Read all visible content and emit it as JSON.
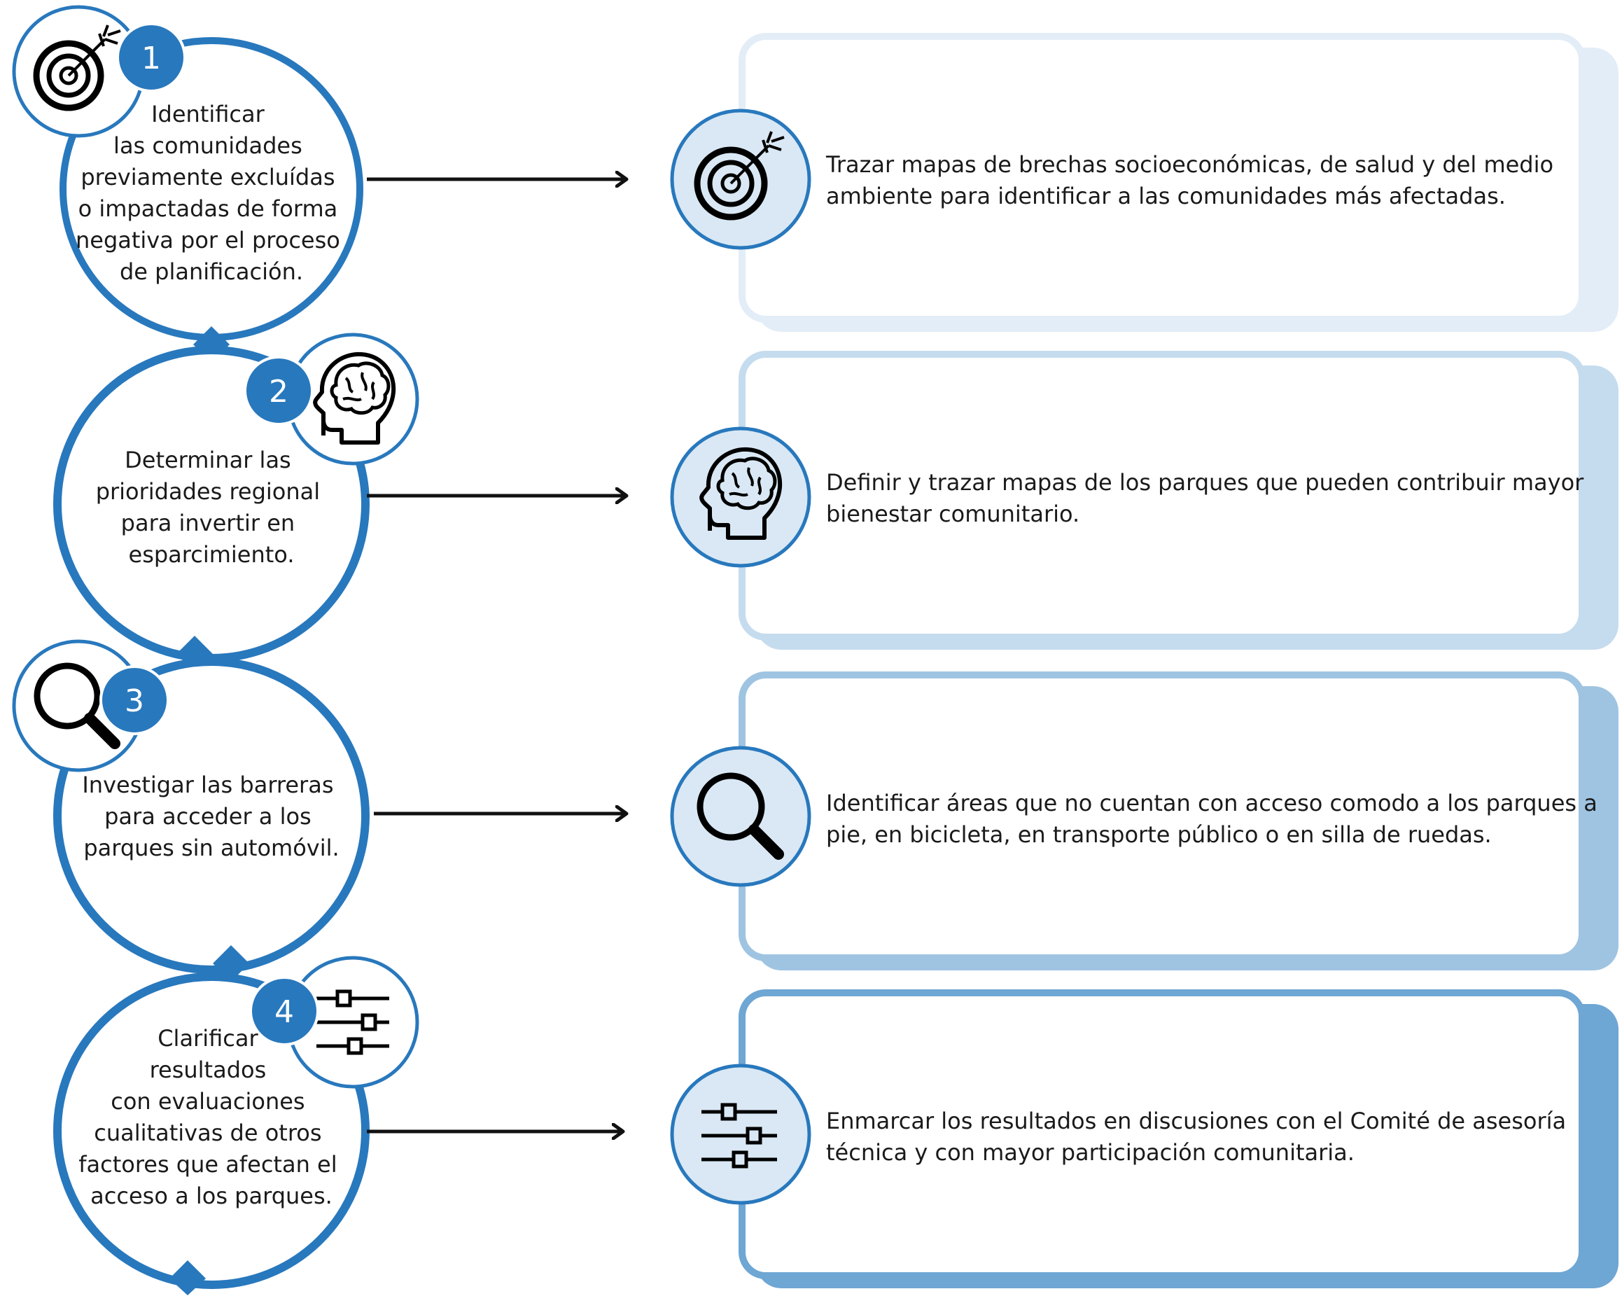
{
  "steps": [
    {
      "number": "1",
      "icon": "target-icon",
      "lines": [
        "Identificar",
        "las comunidades",
        "previamente excluídas",
        "o impactadas de forma",
        "negativa por el proceso",
        "de planificación."
      ],
      "card_lines": [
        "Trazar mapas de brechas socioeconómicas, de salud y del medio",
        "ambiente para identificar a las comunidades más afectadas."
      ]
    },
    {
      "number": "2",
      "icon": "brain-head-icon",
      "lines": [
        "Determinar las",
        "prioridades regional",
        "para invertir en",
        "esparcimiento."
      ],
      "card_lines": [
        "Definir y trazar mapas de los parques que pueden contribuir mayor",
        "bienestar comunitario."
      ]
    },
    {
      "number": "3",
      "icon": "magnifier-icon",
      "lines": [
        "Investigar las barreras",
        "para acceder a los",
        "parques sin automóvil."
      ],
      "card_lines": [
        "Identificar áreas que no cuentan con acceso comodo a los parques a",
        "pie, en bicicleta, en transporte público o en silla de ruedas."
      ]
    },
    {
      "number": "4",
      "icon": "sliders-icon",
      "lines": [
        "Clarificar",
        "resultados",
        "con evaluaciones",
        "cualitativas de otros",
        "factores que afectan el",
        "acceso a los parques."
      ],
      "card_lines": [
        "Enmarcar los resultados en discusiones con el Comité de asesoría",
        "técnica y con mayor participación comunitaria."
      ]
    }
  ],
  "colors": {
    "primary_blue": "#2878bd",
    "dark_blue": "#1f6db3",
    "icon_bg": "#d9e8f4",
    "card_shadow_1": "#e3edf7",
    "card_shadow_2": "#c5dcee",
    "card_shadow_3": "#9fc4e2",
    "card_shadow_4": "#6ea6d4"
  }
}
